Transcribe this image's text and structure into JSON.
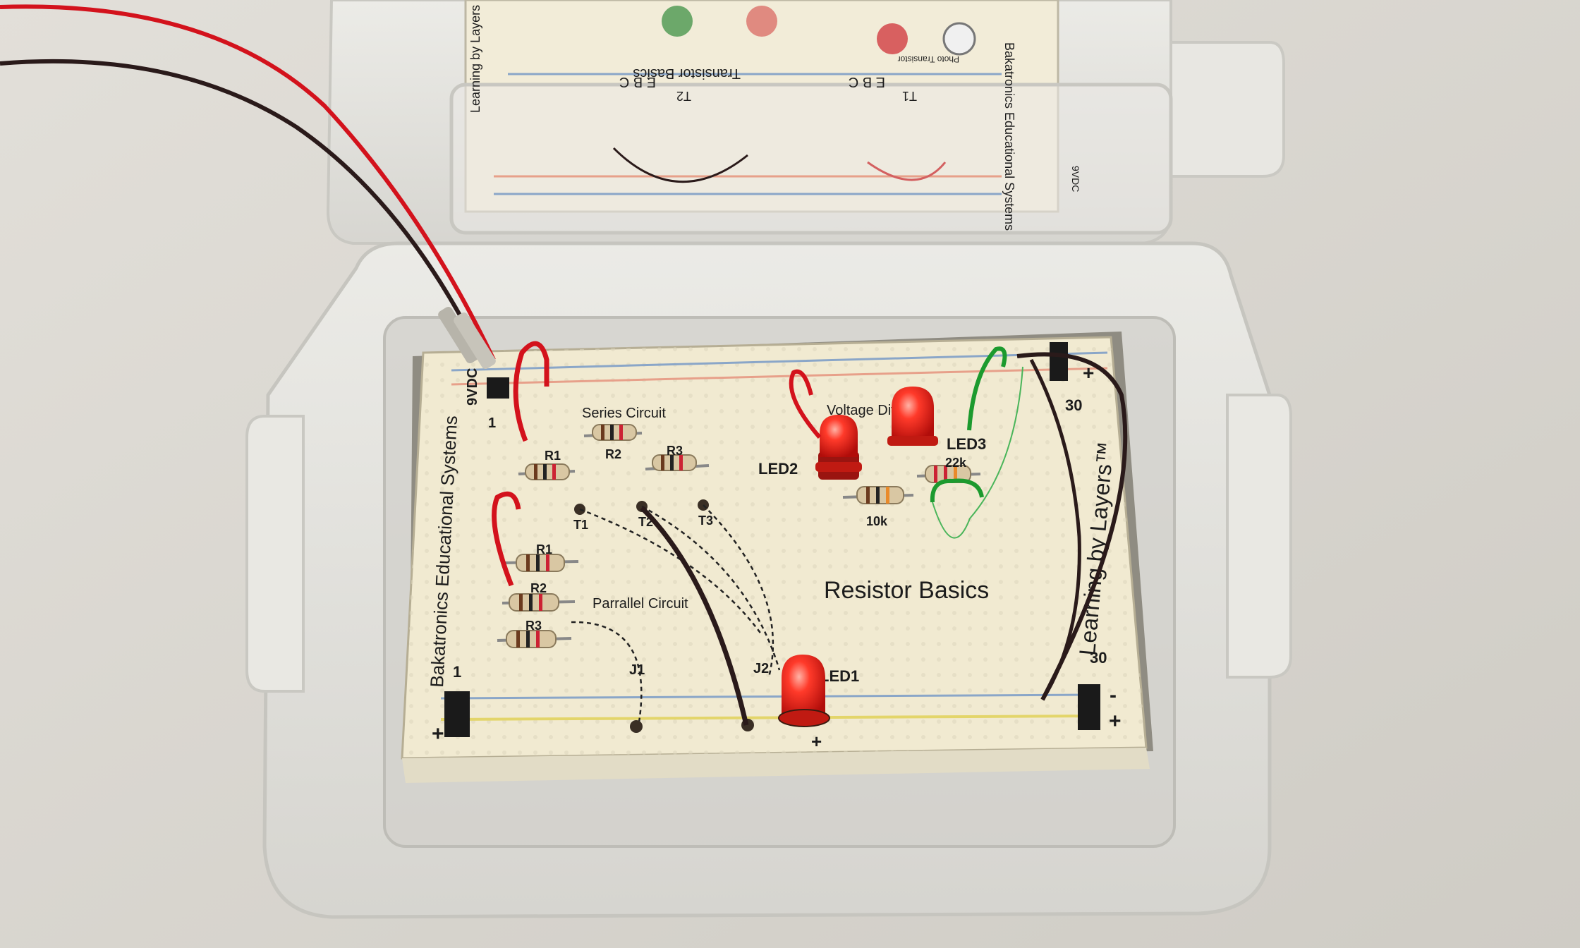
{
  "colors": {
    "background": "#dcd9d3",
    "board": "#f1ead1",
    "case": "#e6e5e1",
    "wire_red": "#d3121c",
    "wire_black": "#2a1a1a",
    "wire_green": "#1c9a2e",
    "led_red": "#ff2a1f",
    "rail_red": "#e7a08a",
    "rail_blue": "#8aa6c8",
    "rail_yellow": "#e3d56a"
  },
  "board": {
    "title": "Resistor Basics",
    "brand": "Bakatronics Educational Systems",
    "tagline": "Learning by Layers™",
    "power_label": "9VDC",
    "rail_plus": "+",
    "rail_minus": "-",
    "col_start": "1",
    "col_end": "30"
  },
  "sections": {
    "series": "Series Circuit",
    "parallel": "Parrallel Circuit",
    "voltage_divider": "Voltage Divider"
  },
  "components": {
    "series_resistors": [
      "R1",
      "R2",
      "R3"
    ],
    "parallel_resistors": [
      "R1",
      "R2",
      "R3"
    ],
    "test_points": [
      "T1",
      "T2",
      "T3"
    ],
    "jumpers": [
      "J1",
      "J2"
    ],
    "led1": "LED1",
    "led2": "LED2",
    "led3": "LED3",
    "r_10k": "10k",
    "r_22k": "22k"
  },
  "back_board": {
    "title": "Transistor Basics",
    "brand": "Bakatronics Educational Systems",
    "tagline": "Learning by Layers",
    "pins_t1": "E B C",
    "pins_t2": "E B C",
    "t1": "T1",
    "t2": "T2",
    "part": "Photo Transistor",
    "power_label": "9VDC"
  }
}
